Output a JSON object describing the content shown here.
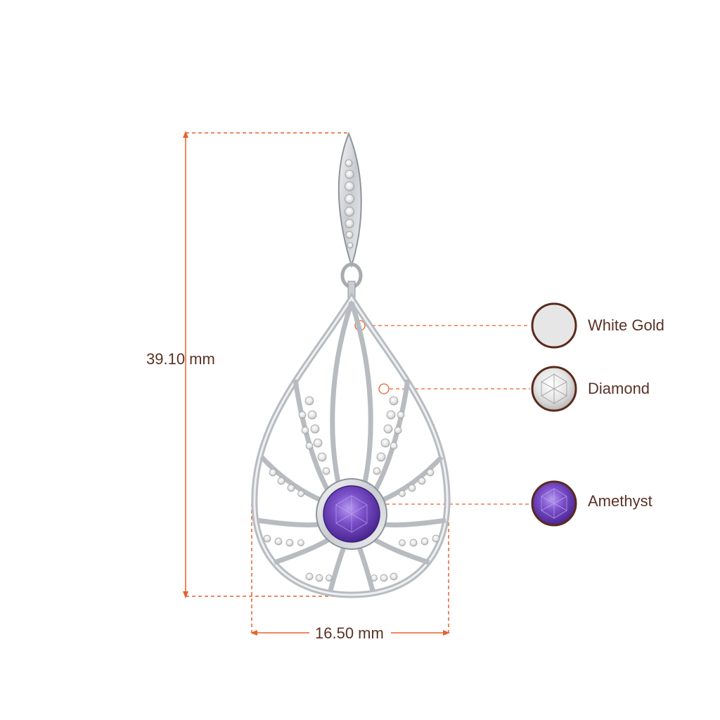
{
  "dimensions": {
    "height_label": "39.10 mm",
    "width_label": "16.50 mm"
  },
  "legend": {
    "items": [
      {
        "label": "White Gold",
        "swatch_color": "#e6e6e6",
        "icon": "white-gold-swatch-icon"
      },
      {
        "label": "Diamond",
        "swatch_color": "#f2f2f2",
        "icon": "diamond-swatch-icon"
      },
      {
        "label": "Amethyst",
        "swatch_color": "#7b4fc9",
        "icon": "amethyst-swatch-icon"
      }
    ]
  },
  "colors": {
    "dimension_line": "#e8612c",
    "label_text": "#5a3225",
    "swatch_border": "#5a2a1c",
    "metal": "#d9dce0",
    "gem_purple": "#6a3db8"
  }
}
